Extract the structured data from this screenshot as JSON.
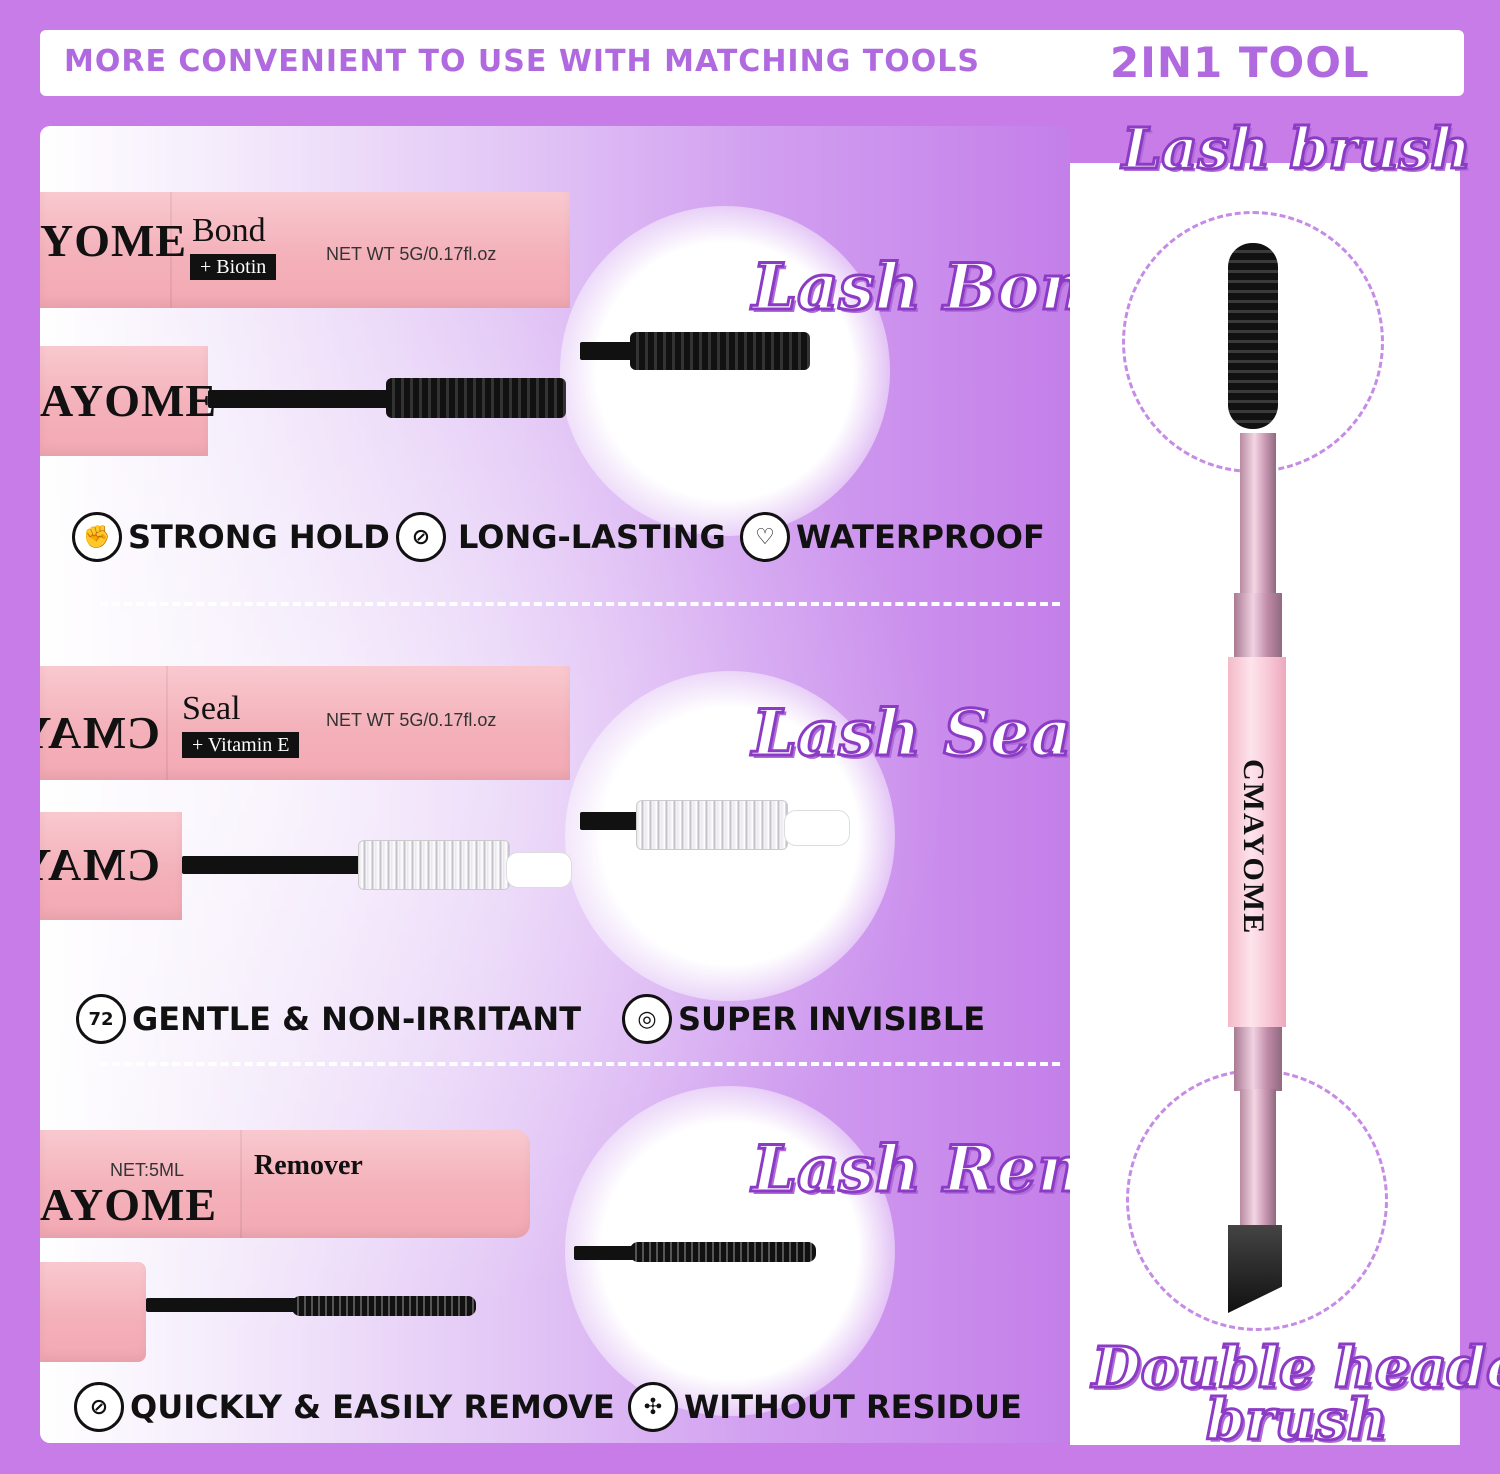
{
  "header": {
    "title": "MORE CONVENIENT TO USE WITH MATCHING TOOLS",
    "badge": "2IN1 TOOL"
  },
  "sections": [
    {
      "script_title": "Lash Bond",
      "brand_top": "YOME",
      "brand_bottom": "AYOME",
      "product": "Bond",
      "tag": "+ Biotin",
      "net": "NET WT 5G/0.17fl.oz",
      "features": [
        {
          "icon": "fist-icon",
          "glyph": "✊",
          "label": "STRONG HOLD"
        },
        {
          "icon": "no-leaf-icon",
          "glyph": "⊘",
          "label": "LONG-LASTING"
        },
        {
          "icon": "heart-check-icon",
          "glyph": "♡",
          "label": "WATERPROOF"
        }
      ]
    },
    {
      "script_title": "Lash Seal",
      "brand_top": "CMAY",
      "brand_bottom": "CMAY",
      "product": "Seal",
      "tag": "+ Vitamin E",
      "net": "NET WT 5G/0.17fl.oz",
      "features": [
        {
          "icon": "72-hour-icon",
          "glyph": "72",
          "label": "GENTLE & NON-IRRITANT"
        },
        {
          "icon": "invisible-icon",
          "glyph": "◎",
          "label": "SUPER INVISIBLE"
        }
      ]
    },
    {
      "script_title": "Lash Remover",
      "brand_top": "AYOME",
      "product": "Remover",
      "net": "NET:5ML",
      "features": [
        {
          "icon": "no-bottle-icon",
          "glyph": "⊘",
          "label": "QUICKLY & EASILY REMOVE"
        },
        {
          "icon": "remove-icon",
          "glyph": "✣",
          "label": "WITHOUT RESIDUE"
        }
      ]
    }
  ],
  "tool": {
    "top_label": "Lash brush",
    "brand": "CMAYOME",
    "bottom_label_1": "Double headed",
    "bottom_label_2": "brush"
  },
  "colors": {
    "background": "#c77ce8",
    "accent": "#b169e0",
    "tube_pink": "#f4b1ba"
  }
}
